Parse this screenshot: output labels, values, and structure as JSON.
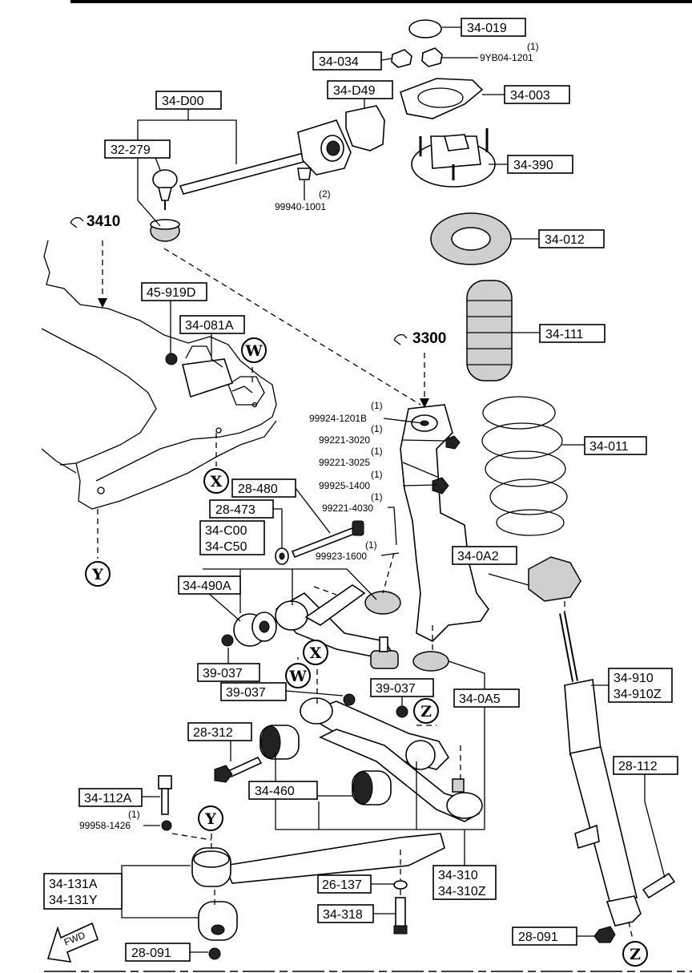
{
  "labels": {
    "l34_019": "34-019",
    "l34_034": "34-034",
    "l9yb04_qty": "(1)",
    "l9yb04": "9YB04-1201",
    "l34_d49": "34-D49",
    "l34_003": "34-003",
    "l34_d00": "34-D00",
    "l32_279": "32-279",
    "l34_390": "34-390",
    "l99940_qty": "(2)",
    "l99940": "99940-1001",
    "ref3410": "3410",
    "l34_012": "34-012",
    "l45_919d": "45-919D",
    "l34_111": "34-111",
    "l34_081a": "34-081A",
    "ref3300": "3300",
    "q1": "(1)",
    "l99924": "99924-1201B",
    "q2": "(1)",
    "l99221_3020": "99221-3020",
    "q3": "(1)",
    "l99221_3025": "99221-3025",
    "q4": "(1)",
    "l99925": "99925-1400",
    "q5": "(1)",
    "l99221_4030": "99221-4030",
    "q6": "(1)",
    "l99923": "99923-1600",
    "l34_011": "34-011",
    "l28_480": "28-480",
    "l28_473": "28-473",
    "l34_c00": "34-C00",
    "l34_c50": "34-C50",
    "l34_0a2": "34-0A2",
    "l34_490a": "34-490A",
    "l39_037a": "39-037",
    "l39_037b": "39-037",
    "l39_037c": "39-037",
    "l34_0a5": "34-0A5",
    "l34_910": "34-910",
    "l34_910z": "34-910Z",
    "l28_312": "28-312",
    "l28_112": "28-112",
    "l34_460": "34-460",
    "l34_112a": "34-112A",
    "q7": "(1)",
    "l99958": "99958-1426",
    "l34_131a": "34-131A",
    "l34_131y": "34-131Y",
    "l34_310": "34-310",
    "l34_310z": "34-310Z",
    "l26_137": "26-137",
    "l34_318": "34-318",
    "l28_091a": "28-091",
    "l28_091b": "28-091",
    "fwd": "FWD"
  },
  "markers": {
    "w": "W",
    "x": "X",
    "y": "Y",
    "z": "Z"
  },
  "ref_icon": "hand-pointer-icon"
}
